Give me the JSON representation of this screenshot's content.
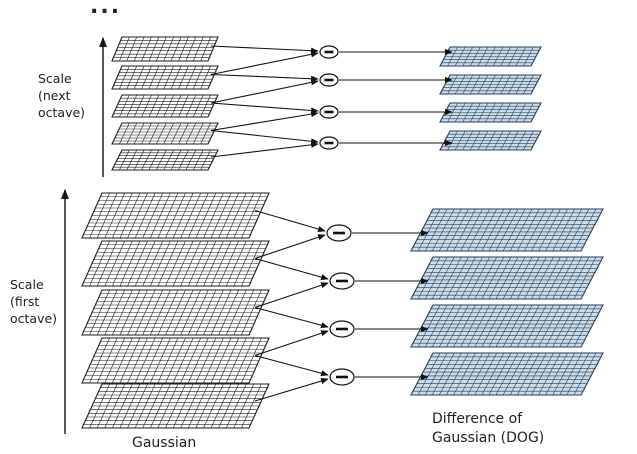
{
  "labels": {
    "ellipsis": "...",
    "scale_next": [
      "Scale",
      "(next",
      "octave)"
    ],
    "scale_first": [
      "Scale",
      "(first",
      "octave)"
    ],
    "gaussian": "Gaussian",
    "dog": [
      "Difference of",
      "Gaussian (DOG)"
    ]
  },
  "symbols": {
    "minus": "minus-operator"
  },
  "colors": {
    "gaussian_grid": "#1e1e1e",
    "gaussian_fill": "#ffffff",
    "dog_grid": "#2b3d55",
    "dog_fill": "#c9dcea",
    "arrow": "#111111"
  },
  "octaves": [
    {
      "name": "next",
      "gaussian_count": 5,
      "dog_count": 4
    },
    {
      "name": "first",
      "gaussian_count": 5,
      "dog_count": 4
    }
  ]
}
